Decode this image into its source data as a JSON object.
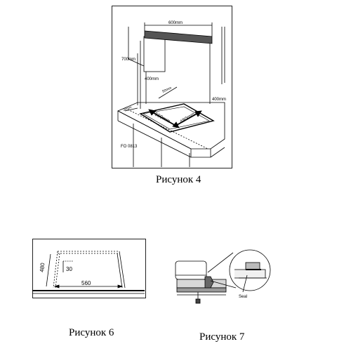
{
  "figure4": {
    "caption": "Рисунок 4",
    "dims": {
      "width_600": "600mm",
      "height_700": "700mm",
      "height_400_left": "400mm",
      "height_400_right": "400mm",
      "depth_50": "50mm",
      "cut_560": "560mm",
      "cut_480": "480mm",
      "side_30": "30mm"
    },
    "code": "FO 0813"
  },
  "figure6": {
    "caption": "Рисунок 6",
    "dims": {
      "d480": "480",
      "d30": "30",
      "d560": "560"
    }
  },
  "figure7": {
    "caption": "Рисунок 7",
    "seal_label": "Seal"
  }
}
